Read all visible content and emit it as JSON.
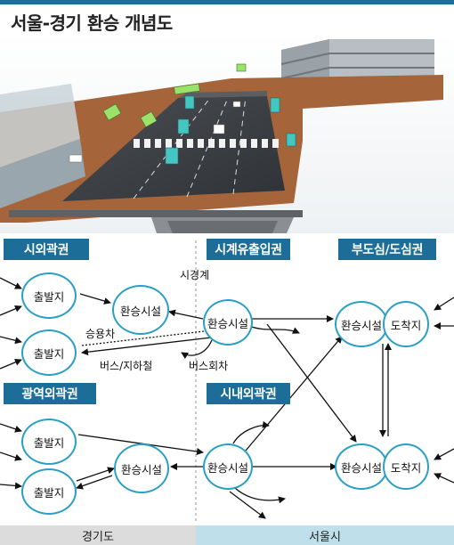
{
  "title": "서울-경기 환승 개념도",
  "zones": {
    "outer_city": "시외곽권",
    "boundary_inflow": "시계유출입권",
    "subcenter_center": "부도심/도심권",
    "metro_outer": "광역외곽권",
    "inner_outer": "시내외곽권"
  },
  "nodes": {
    "departure": "출발지",
    "transfer": "환승시설",
    "destination": "도착지"
  },
  "labels": {
    "city_boundary": "시경계",
    "car": "승용차",
    "bus_subway": "버스/지하철",
    "bus_turnaround": "버스회차"
  },
  "footer": {
    "left": "경기도",
    "right": "서울시"
  },
  "colors": {
    "zone_header": "#1c6d97",
    "node_border": "#2b9fc5",
    "footer_left": "#dcdcdc",
    "footer_right": "#bfe0ea"
  }
}
